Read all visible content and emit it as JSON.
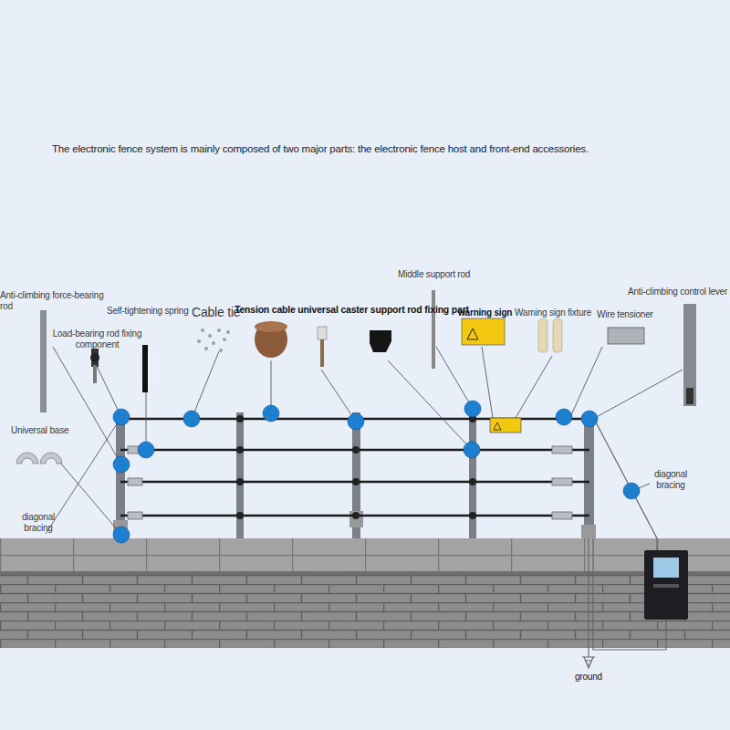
{
  "diagram": {
    "title": "The electronic fence system is mainly composed of two major parts: the electronic fence host and front-end accessories.",
    "labels": [
      "Anti-climbing force-bearing rod",
      "Load-bearing rod fixing component",
      "Self-tightening spring",
      "Cable tie",
      "Tension cable universal caster support rod fixing part",
      "Middle support rod",
      "warning sign",
      "Warning sign fixture",
      "Wire tensioner",
      "Anti-climbing control lever",
      "Universal base",
      "diagonal bracing",
      "diagonal bracing",
      "ground"
    ]
  }
}
